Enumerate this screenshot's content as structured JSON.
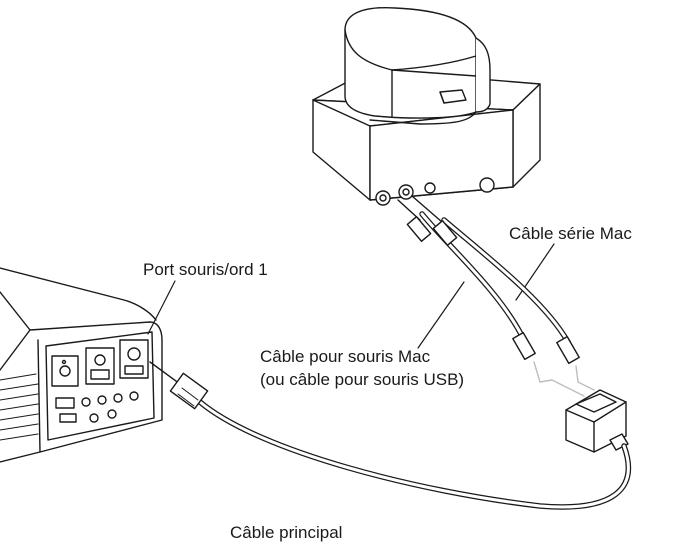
{
  "labels": {
    "port": "Port souris/ord 1",
    "serial_cable": "Câble série Mac",
    "mouse_cable_line1": "Câble pour souris Mac",
    "mouse_cable_line2": "(ou câble pour souris USB)",
    "main_cable": "Câble principal"
  },
  "colors": {
    "line": "#1a1a1a",
    "light_cable": "#bdbdbd",
    "fill": "#ffffff"
  }
}
